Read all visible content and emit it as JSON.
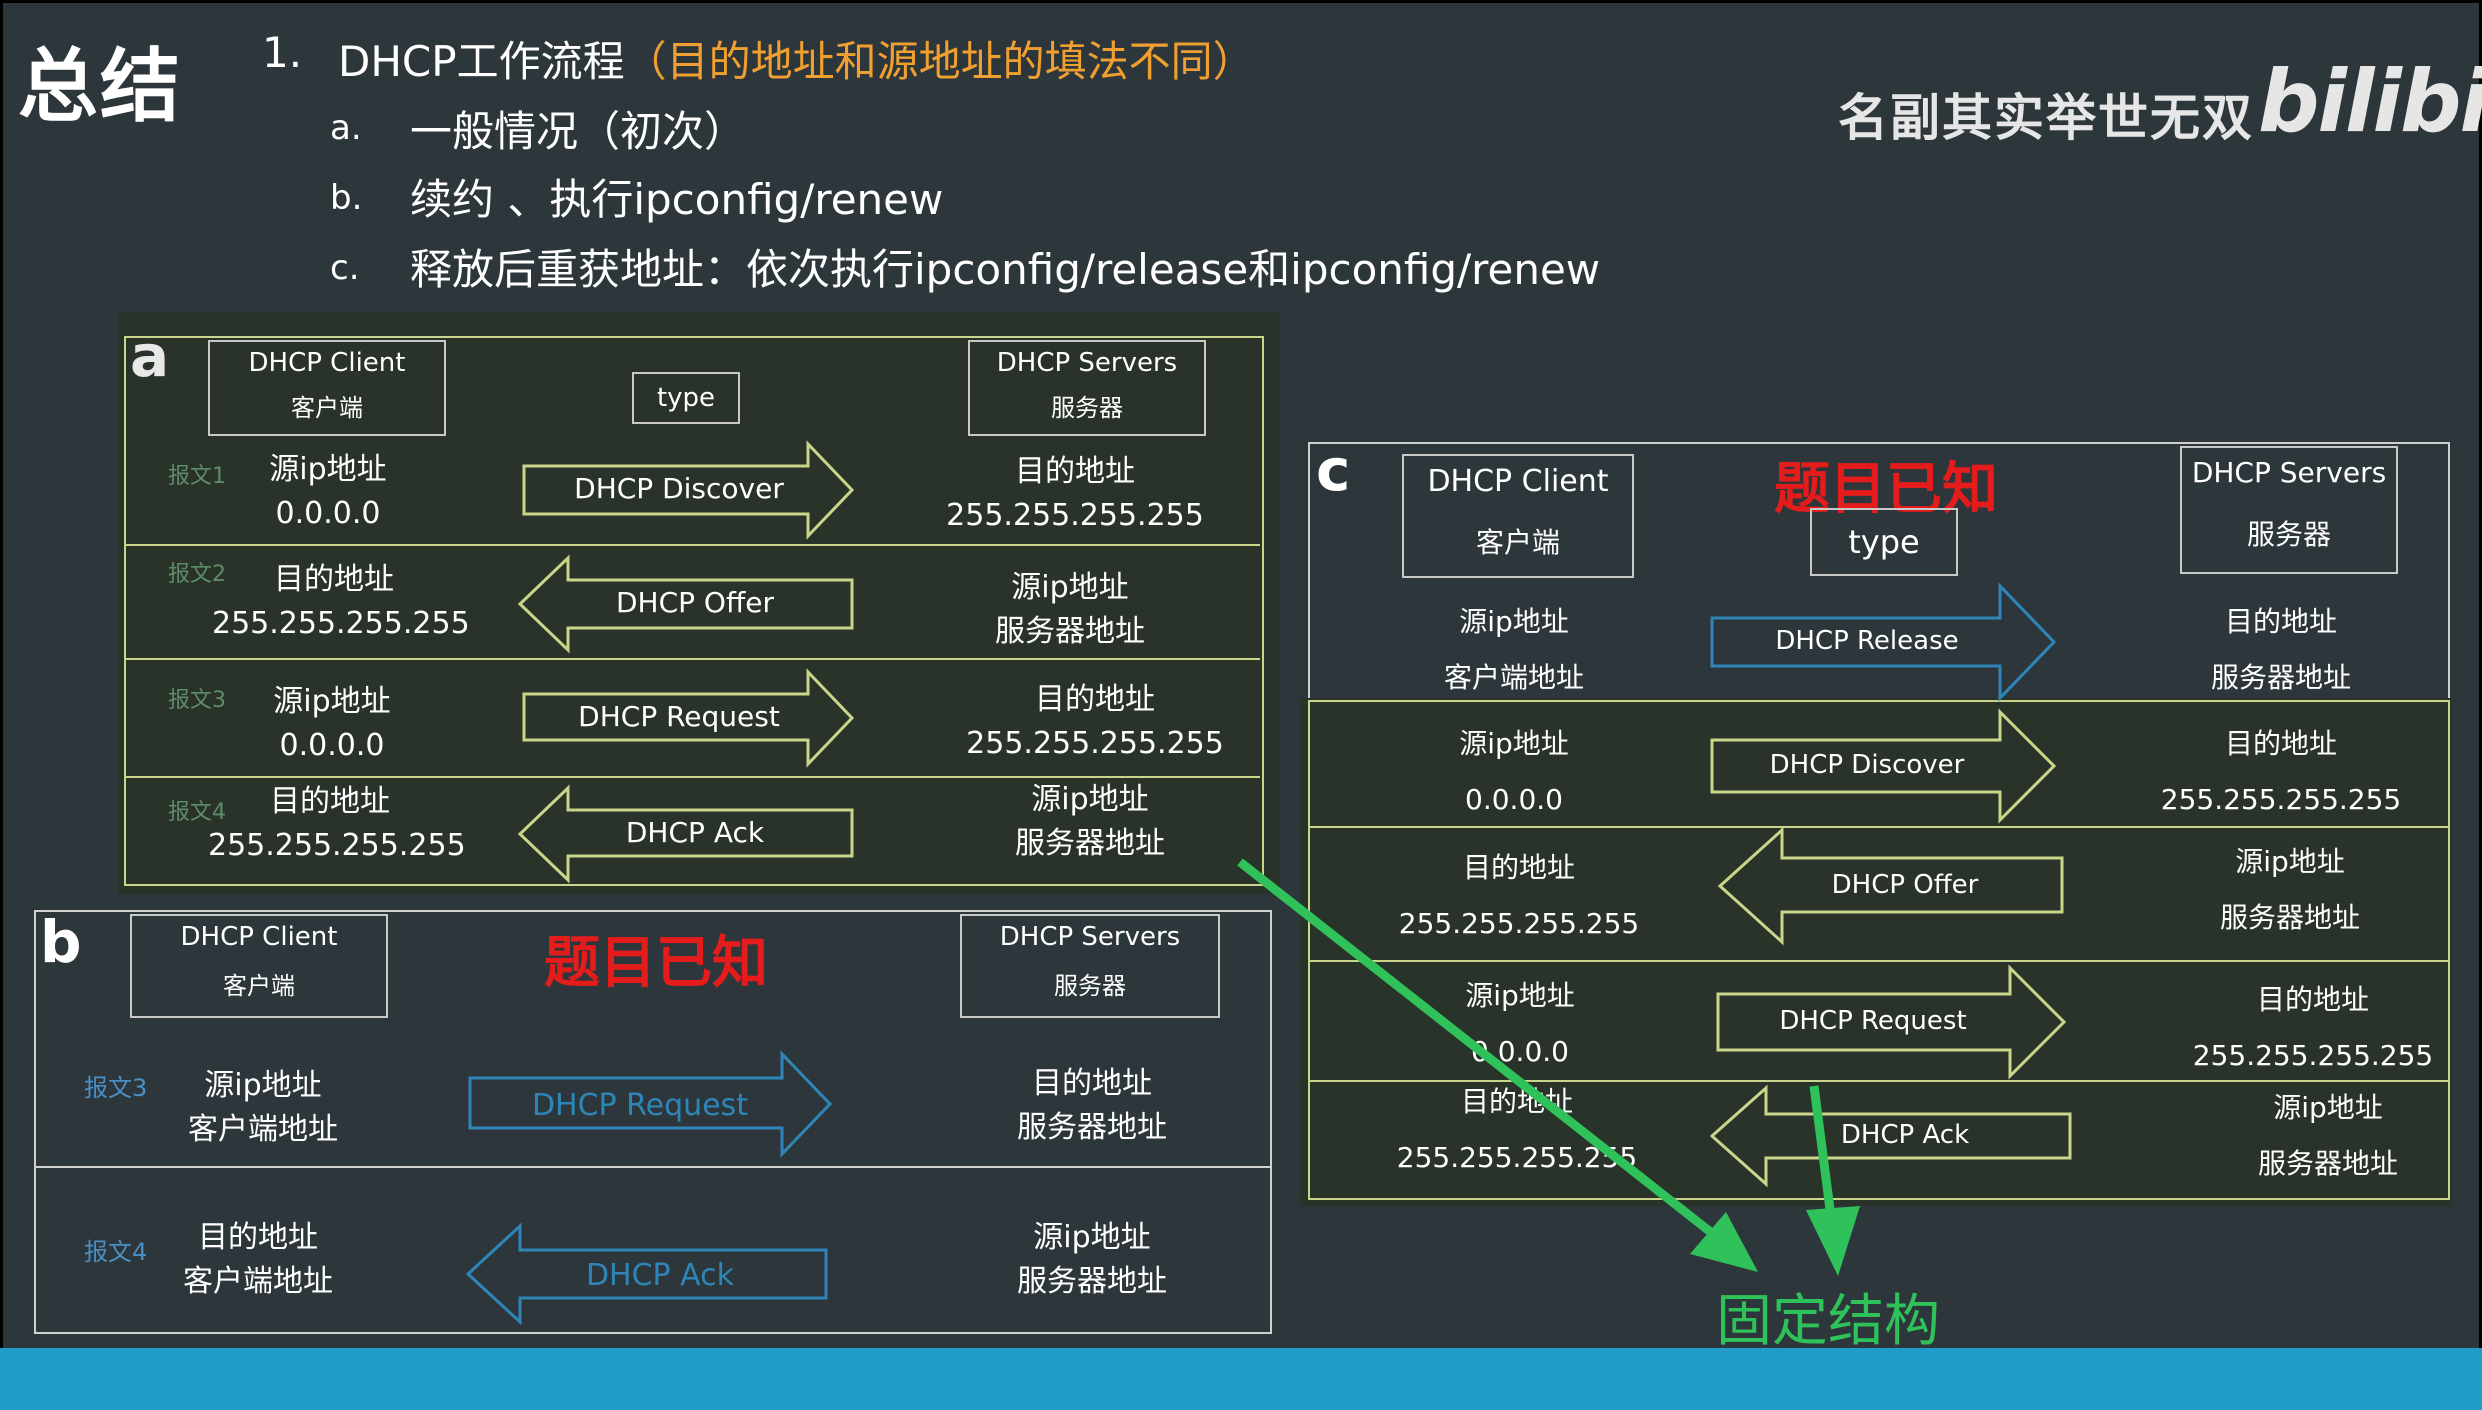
{
  "title": "总结",
  "outline": {
    "item1_num": "1.",
    "item1_text": "DHCP工作流程",
    "item1_note": "（目的地址和源地址的填法不同）",
    "a_letter": "a.",
    "a_text": "一般情况（初次）",
    "b_letter": "b.",
    "b_text": "续约 、执行ipconfig/renew",
    "c_letter": "c.",
    "c_text": "释放后重获地址：依次执行ipconfig/release和ipconfig/renew"
  },
  "watermark": {
    "text": "名副其实举世无双",
    "logo": "bilibili"
  },
  "panel_a": {
    "letter": "a",
    "client_title": "DHCP Client",
    "client_sub": "客户端",
    "type_label": "type",
    "server_title": "DHCP Servers",
    "server_sub": "服务器",
    "rows": [
      {
        "tag": "报文1",
        "left1": "源ip地址",
        "left2": "0.0.0.0",
        "msg": "DHCP Discover",
        "right1": "目的地址",
        "right2": "255.255.255.255"
      },
      {
        "tag": "报文2",
        "left1": "目的地址",
        "left2": "255.255.255.255",
        "msg": "DHCP Offer",
        "right1": "源ip地址",
        "right2": "服务器地址"
      },
      {
        "tag": "报文3",
        "left1": "源ip地址",
        "left2": "0.0.0.0",
        "msg": "DHCP Request",
        "right1": "目的地址",
        "right2": "255.255.255.255"
      },
      {
        "tag": "报文4",
        "left1": "目的地址",
        "left2": "255.255.255.255",
        "msg": "DHCP Ack",
        "right1": "源ip地址",
        "right2": "服务器地址"
      }
    ]
  },
  "panel_b": {
    "letter": "b",
    "client_title": "DHCP Client",
    "client_sub": "客户端",
    "server_title": "DHCP Servers",
    "server_sub": "服务器",
    "note": "题目已知",
    "rows": [
      {
        "tag": "报文3",
        "left1": "源ip地址",
        "left2": "客户端地址",
        "msg": "DHCP Request",
        "right1": "目的地址",
        "right2": "服务器地址"
      },
      {
        "tag": "报文4",
        "left1": "目的地址",
        "left2": "客户端地址",
        "msg": "DHCP Ack",
        "right1": "源ip地址",
        "right2": "服务器地址"
      }
    ]
  },
  "panel_c": {
    "letter": "c",
    "client_title": "DHCP Client",
    "client_sub": "客户端",
    "type_label": "type",
    "server_title": "DHCP Servers",
    "server_sub": "服务器",
    "note": "题目已知",
    "rows": [
      {
        "left1": "源ip地址",
        "left2": "客户端地址",
        "msg": "DHCP Release",
        "right1": "目的地址",
        "right2": "服务器地址"
      },
      {
        "left1": "源ip地址",
        "left2": "0.0.0.0",
        "msg": "DHCP Discover",
        "right1": "目的地址",
        "right2": "255.255.255.255"
      },
      {
        "left1": "目的地址",
        "left2": "255.255.255.255",
        "msg": "DHCP Offer",
        "right1": "源ip地址",
        "right2": "服务器地址"
      },
      {
        "left1": "源ip地址",
        "left2": "0.0.0.0",
        "msg": "DHCP Request",
        "right1": "目的地址",
        "right2": "255.255.255.255"
      },
      {
        "left1": "目的地址",
        "left2": "255.255.255.255",
        "msg": "DHCP Ack",
        "right1": "源ip地址",
        "right2": "服务器地址"
      }
    ]
  },
  "annotation": {
    "text": "固定结构"
  },
  "colors": {
    "panel_green_border": "#c9d68a",
    "arrow_blue": "#2e86b8",
    "note_red": "#e51c1c",
    "note_green": "#2fc15a",
    "orange": "#f0a030"
  }
}
